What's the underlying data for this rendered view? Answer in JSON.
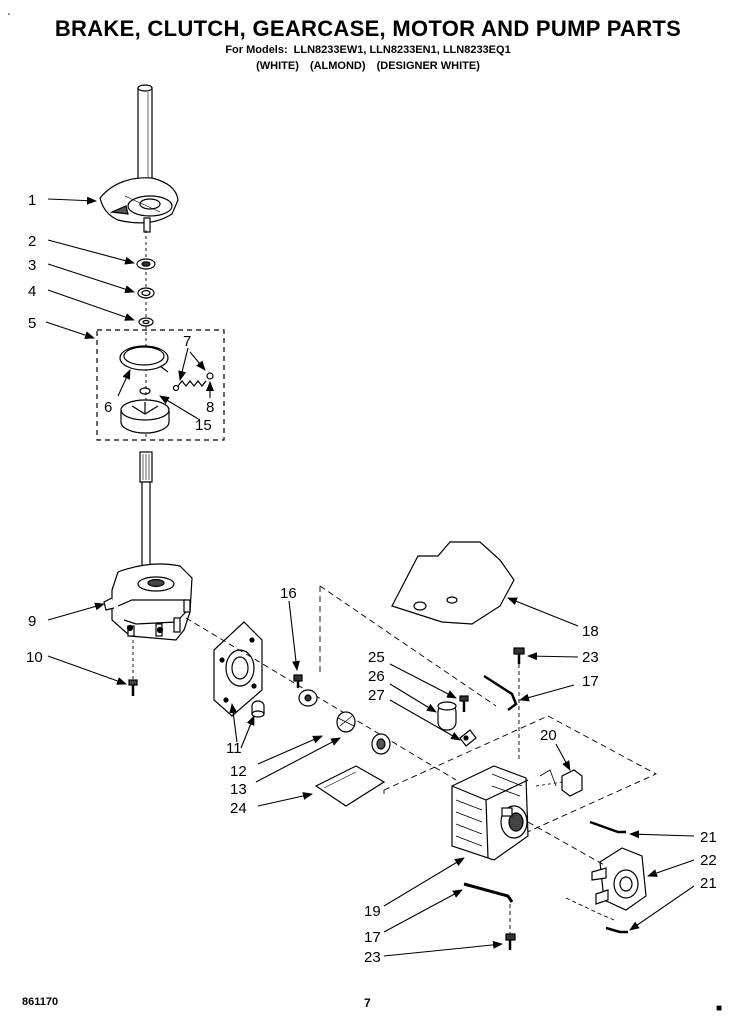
{
  "header": {
    "title": "BRAKE, CLUTCH, GEARCASE, MOTOR AND PUMP PARTS",
    "models_label": "For Models:",
    "models": "LLN8233EW1, LLN8233EN1, LLN8233EQ1",
    "color_codes": [
      "(WHITE)",
      "(ALMOND)",
      "(DESIGNER WHITE)"
    ]
  },
  "callouts": [
    "1",
    "2",
    "3",
    "4",
    "5",
    "6",
    "7",
    "8",
    "15",
    "9",
    "10",
    "16",
    "11",
    "12",
    "13",
    "24",
    "25",
    "26",
    "27",
    "18",
    "23",
    "17",
    "20",
    "21",
    "22",
    "21",
    "19",
    "17",
    "23"
  ],
  "footer": {
    "code": "861170",
    "page": "7"
  },
  "marks": {
    "top_left": "'",
    "bottom_right": "■"
  }
}
